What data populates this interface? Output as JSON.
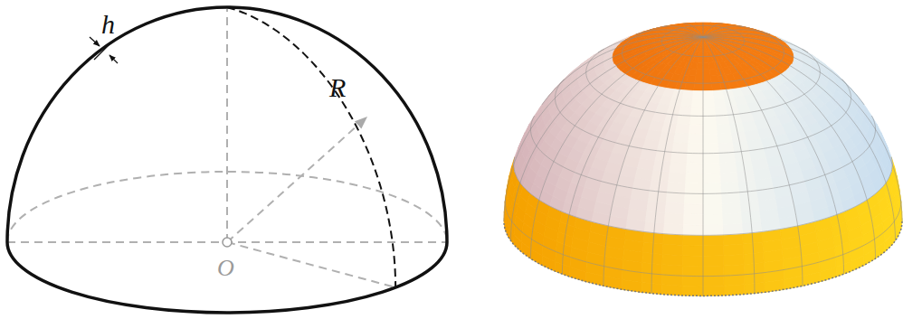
{
  "diagram": {
    "labels": [
      "h",
      "R",
      "O"
    ]
  }
}
